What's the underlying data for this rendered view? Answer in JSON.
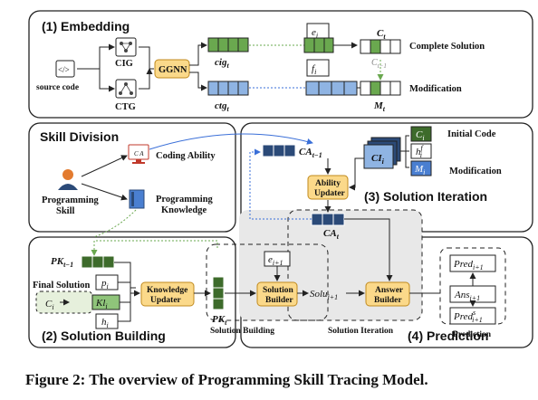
{
  "figure": {
    "caption": "Figure 2: The overview of Programming Skill Tracing Model."
  },
  "sections": {
    "embedding": "(1) Embedding",
    "skill_division": "Skill Division",
    "solution_iteration": "(3) Solution Iteration",
    "solution_building": "(2) Solution Building",
    "prediction": "(4) Prediction"
  },
  "embedding": {
    "source_code": "source code",
    "cig": "CIG",
    "ctg": "CTG",
    "ggnn": "GGNN",
    "cig_t": "cig",
    "ctg_t": "ctg",
    "t_sub": "t",
    "e_i": "e",
    "f_i": "f",
    "i_sub": "i",
    "c_t": "C",
    "c_t_minus_1": "C",
    "t1_sub": "t−1",
    "m_i": "M",
    "complete_solution": "Complete Solution",
    "modification": "Modification"
  },
  "skill_division": {
    "coding_ability": "Coding Ability",
    "programming_knowledge_1": "Programming",
    "programming_knowledge_2": "Knowledge",
    "programming_skill_1": "Programming",
    "programming_skill_2": "Skill",
    "ca_chip": "C A"
  },
  "solution_iteration": {
    "ca_t_minus_1": "CA",
    "ability_updater_1": "Ability",
    "ability_updater_2": "Updater",
    "ca_t": "CA",
    "initial_code": "Initial Code",
    "modification": "Modification",
    "cl_i": "CI",
    "c_i": "C",
    "h_i_f": "h",
    "h_sup": "f",
    "m_i": "M"
  },
  "solution_building": {
    "pk_t_minus_1": "PK",
    "final_solution": "Final Solution",
    "p_i": "p",
    "c_i": "C",
    "kl_i": "Kl",
    "h_i": "h",
    "knowledge_updater_1": "Knowledge",
    "knowledge_updater_2": "Updater",
    "pk_t": "PK",
    "e_i_plus_1": "e",
    "i1_sub": "i+1",
    "solution_builder_1": "Solution",
    "solution_builder_2": "Builder",
    "solu_i_plus_1": "Solu",
    "answer_builder_1": "Answer",
    "answer_builder_2": "Builder",
    "label_solution_building": "Solution Building",
    "label_solution_iteration": "Solution Iteration"
  },
  "prediction": {
    "pred": "Pred",
    "ans": "Ans",
    "pred_s_sup": "s",
    "label": "Prediction"
  },
  "colors": {
    "green_block": "#6aa84f",
    "dark_green": "#3d6b2b",
    "blue_block": "#8fb4e3",
    "navy": "#2b4a78",
    "updater_fill": "#fbd98a",
    "updater_stroke": "#c08a1e",
    "shade": "#e8e8e8",
    "dotted_green": "#6aa84f",
    "dotted_blue": "#3a6fd8"
  }
}
